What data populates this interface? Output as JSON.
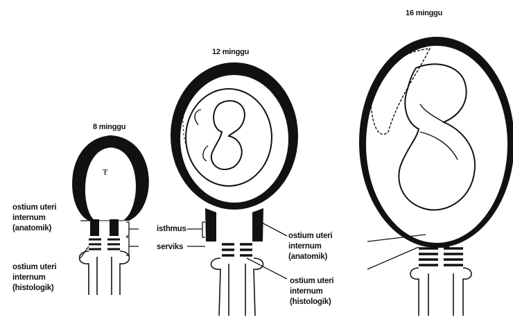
{
  "stages": [
    {
      "title": "8 minggu"
    },
    {
      "title": "12 minggu"
    },
    {
      "title": "16 minggu"
    }
  ],
  "labels": {
    "left_ostium_anatomik": [
      "ostium uteri",
      "internum",
      "(anatomik)"
    ],
    "left_ostium_histologik": [
      "ostium uteri",
      "internum",
      "(histologik)"
    ],
    "isthmus": "isthmus",
    "serviks": "serviks",
    "right_ostium_anatomik": [
      "ostium uteri",
      "internum",
      "(anatomik)"
    ],
    "right_ostium_histologik": [
      "ostium uteri",
      "internum",
      "(histologik)"
    ]
  },
  "colors": {
    "ink": "#111111",
    "paper": "#ffffff"
  }
}
